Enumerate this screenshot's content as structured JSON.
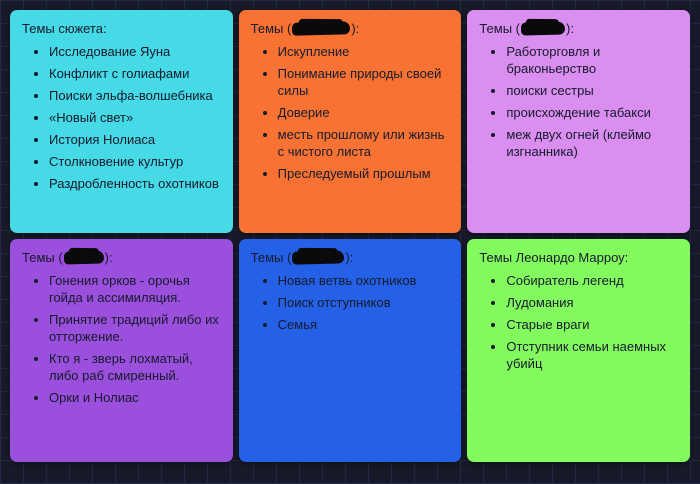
{
  "board": {
    "background_color": "#171a29",
    "grid_line_color": "#232844",
    "text_color": "#161a2b"
  },
  "cards": [
    {
      "name": "plot-themes",
      "color": "#46d9e6",
      "header_prefix": "Темы сюжета:",
      "redacted": false,
      "header_suffix": "",
      "items": [
        "Исследование Яуна",
        "Конфликт с голиафами",
        "Поиски эльфа-волшебника",
        "«Новый свет»",
        "История Нолиаса",
        "Столкновение культур",
        "Раздробленность охотников"
      ]
    },
    {
      "name": "character-themes-1",
      "color": "#f87333",
      "header_prefix": "Темы (",
      "redacted": true,
      "header_suffix": "):",
      "items": [
        "Искупление",
        "Понимание природы своей силы",
        "Доверие",
        "месть прошлому или жизнь с чистого листа",
        "Преследуемый прошлым"
      ]
    },
    {
      "name": "character-themes-2",
      "color": "#d98ef0",
      "header_prefix": "Темы (",
      "redacted": true,
      "header_suffix": "):",
      "items": [
        "Работорговля и браконьерство",
        "поиски сестры",
        "происхождение табакси",
        "меж двух огней (клеймо изгнанника)"
      ]
    },
    {
      "name": "character-themes-3",
      "color": "#9b4fdd",
      "header_prefix": "Темы (",
      "redacted": true,
      "header_suffix": "):",
      "items": [
        "Гонения орков - орочья гойда и ассимиляция.",
        "Принятие традиций либо их отторжение.",
        "Кто я - зверь лохматый, либо раб смиренный.",
        "Орки и Нолиас"
      ]
    },
    {
      "name": "character-themes-4",
      "color": "#2561e6",
      "header_prefix": "Темы (",
      "redacted": true,
      "header_suffix": "):",
      "items": [
        "Новая ветвь охотников",
        "Поиск отступников",
        "Семья"
      ]
    },
    {
      "name": "leonardo-marrow-themes",
      "color": "#83fb5f",
      "header_prefix": "Темы Леонардо Марроу:",
      "redacted": false,
      "header_suffix": "",
      "items": [
        "Собиратель легенд",
        "Лудомания",
        "Старые враги",
        "Отступник семьи наемных убийц"
      ]
    }
  ]
}
